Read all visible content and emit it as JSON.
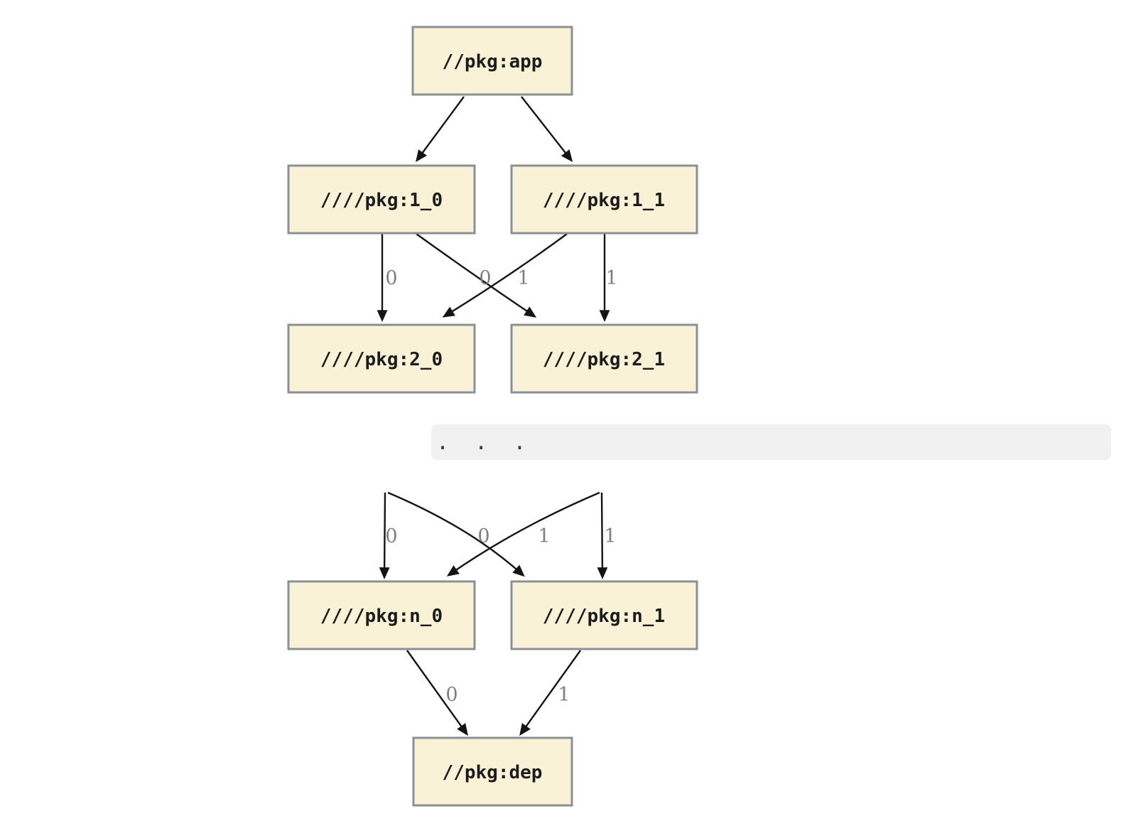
{
  "graph": {
    "colors": {
      "node_fill": "#faf2d7",
      "node_border": "#8a9196",
      "edge": "#141414",
      "edge_label": "#7f7f7f",
      "separator_background": "#f1f1f1",
      "page_background": "#ffffff"
    },
    "top": {
      "nodes": {
        "app": "//pkg:app",
        "v1_0": "////pkg:1_0",
        "v1_1": "////pkg:1_1",
        "v2_0": "////pkg:2_0",
        "v2_1": "////pkg:2_1"
      },
      "edge_labels": {
        "from_1_0_to_2_0": "0",
        "from_1_1_to_2_0": "0",
        "from_1_0_to_2_1": "1",
        "from_1_1_to_2_1": "1"
      }
    },
    "separator": {
      "text": ".  .  ."
    },
    "bottom": {
      "nodes": {
        "vn_0": "////pkg:n_0",
        "vn_1": "////pkg:n_1",
        "dep": "//pkg:dep"
      },
      "edge_labels": {
        "into_n_0": "0",
        "cross_into_n_0": "0",
        "cross_into_n_1": "1",
        "into_n_1": "1",
        "from_n_0_to_dep": "0",
        "from_n_1_to_dep": "1"
      }
    }
  }
}
